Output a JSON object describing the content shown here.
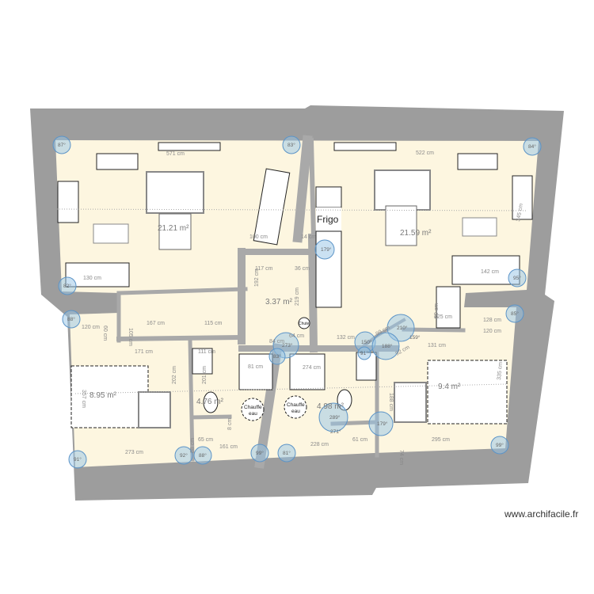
{
  "colors": {
    "exterior_wall": "#9d9d9d",
    "interior_wall": "#a9a9a9",
    "floor": "#fdf6e0",
    "angle_marker": "#bcd7ec",
    "dimension": "#9a9a9a"
  },
  "rooms": [
    {
      "name": "living-left",
      "area": "21.21 m²"
    },
    {
      "name": "living-right",
      "area": "21.59 m²"
    },
    {
      "name": "hall-center",
      "area": "3.37 m²"
    },
    {
      "name": "bedroom-left",
      "area": "8.95 m²"
    },
    {
      "name": "bathroom-left",
      "area": "4.76 m²"
    },
    {
      "name": "bathroom-right",
      "area": "4.98 m²"
    },
    {
      "name": "bedroom-right",
      "area": "9.4 m²"
    }
  ],
  "labels": {
    "fridge": "Frigo",
    "water_heater_1": [
      "Chauffe",
      "eau"
    ],
    "water_heater_2": [
      "Chauffe",
      "eau"
    ],
    "chute": "Chute"
  },
  "dimensions": [
    "571 cm",
    "522 cm",
    "130 cm",
    "142 cm",
    "120 cm",
    "167 cm",
    "115 cm",
    "171 cm",
    "111 cm",
    "202 cm",
    "201 cm",
    "273 cm",
    "161 cm",
    "228 cm",
    "295 cm",
    "125 cm",
    "128 cm",
    "120 cm",
    "131 cm",
    "132 cm",
    "117 cm",
    "36 cm",
    "192 cm",
    "219 cm",
    "84 cm",
    "64 cm",
    "14 cm",
    "100 cm",
    "345 cm",
    "357 cm",
    "335 cm",
    "188 cm",
    "99 cm",
    "92 cm",
    "105 cm",
    "60 cm",
    "65 cm",
    "88 cm",
    "81 cm",
    "74 cm",
    "61 cm",
    "274 cm",
    "8 cm",
    "60 cm"
  ],
  "angles": [
    "87°",
    "83°",
    "84°",
    "95°",
    "82°",
    "88°",
    "91°",
    "92°",
    "88°",
    "99°",
    "81°",
    "99°",
    "85°",
    "210°",
    "150°",
    "188°",
    "159°",
    "91°",
    "289°",
    "271°",
    "179°",
    "273°",
    "83°",
    "179°"
  ],
  "watermark": "www.archifacile.fr"
}
